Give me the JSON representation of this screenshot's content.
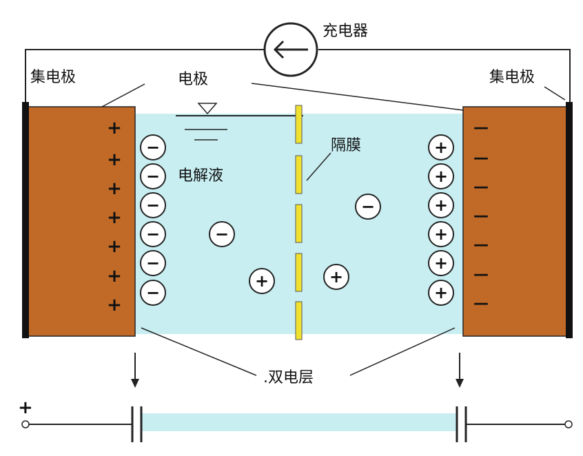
{
  "labels": {
    "charger": "充电器",
    "collector_left": "集电极",
    "collector_right": "集电极",
    "electrode": "电极",
    "separator": "隔膜",
    "electrolyte": "电解液",
    "double_layer": ".双电层",
    "terminal_plus": "+"
  },
  "signs": {
    "plus": "+",
    "minus": "−",
    "dash": "—"
  },
  "charger_icon": "left-arrow-in-circle",
  "colors": {
    "electrolyte": "#c8eef2",
    "electrode": "#c16a28",
    "separator": "#f0e130",
    "collector": "#111111",
    "line": "#222222"
  }
}
